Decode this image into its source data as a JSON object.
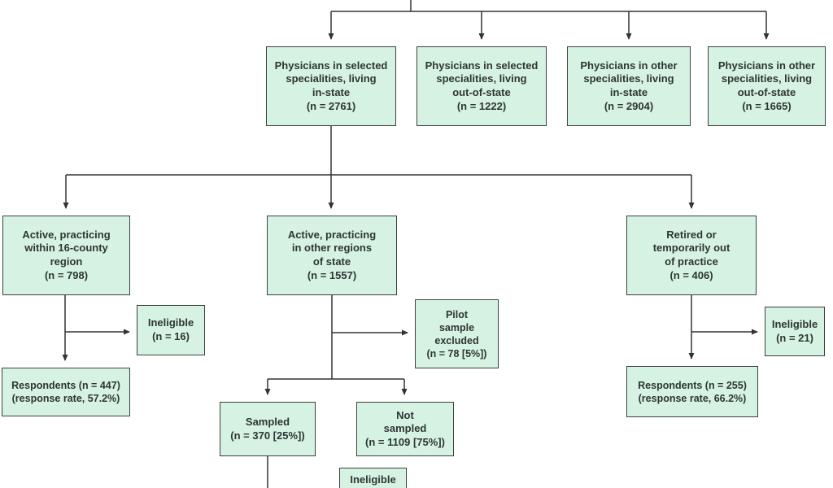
{
  "diagram": {
    "name": "physician-survey-sampling-flowchart",
    "colors": {
      "box_fill": "#d5f2e2",
      "box_border": "#3a423e",
      "line": "#333333",
      "text": "#2e3634",
      "background": "#ffffff"
    },
    "nodes": {
      "top_selected_in_state": {
        "label": "Physicians in selected\nspecialities, living\nin-state\n(n = 2761)"
      },
      "top_selected_out_of_state": {
        "label": "Physicians in selected\nspecialities, living\nout-of-state\n(n = 1222)"
      },
      "top_other_in_state": {
        "label": "Physicians in other\nspecialities, living\nin-state\n(n = 2904)"
      },
      "top_other_out_of_state": {
        "label": "Physicians in other\nspecialities, living\nout-of-state\n(n = 1665)"
      },
      "active_16_county": {
        "label": "Active, practicing\nwithin 16-county\nregion\n(n = 798)"
      },
      "active_other_regions": {
        "label": "Active, practicing\nin other regions\nof state\n(n = 1557)"
      },
      "retired_out_of_practice": {
        "label": "Retired or\ntemporarily out\nof practice\n(n = 406)"
      },
      "ineligible_left": {
        "label": "Ineligible\n(n = 16)"
      },
      "pilot_sample_excluded": {
        "label": "Pilot\nsample\nexcluded\n(n = 78 [5%])"
      },
      "ineligible_right": {
        "label": "Ineligible\n(n = 21)"
      },
      "respondents_left": {
        "label": "Respondents (n = 447)\n(response rate, 57.2%)"
      },
      "sampled": {
        "label": "Sampled\n(n = 370 [25%])"
      },
      "not_sampled": {
        "label": "Not\nsampled\n(n = 1109 [75%])"
      },
      "respondents_right": {
        "label": "Respondents (n = 255)\n(response rate, 66.2%)"
      },
      "ineligible_bottom": {
        "label": "Ineligible"
      }
    }
  }
}
